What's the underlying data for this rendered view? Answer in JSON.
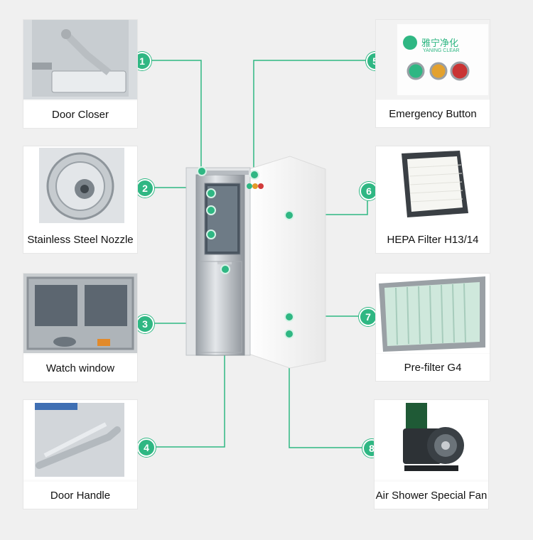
{
  "accent_color": "#2fb783",
  "callouts": [
    {
      "number": "1",
      "label": "Door Closer"
    },
    {
      "number": "2",
      "label": "Stainless Steel Nozzle"
    },
    {
      "number": "3",
      "label": "Watch window"
    },
    {
      "number": "4",
      "label": "Door Handle"
    },
    {
      "number": "5",
      "label": "Emergency Button"
    },
    {
      "number": "6",
      "label": "HEPA Filter H13/14"
    },
    {
      "number": "7",
      "label": "Pre-filter G4"
    },
    {
      "number": "8",
      "label": "Air Shower Special Fan"
    }
  ],
  "panel_brand": {
    "cn": "雅宁净化",
    "en": "YANING CLEAR"
  }
}
